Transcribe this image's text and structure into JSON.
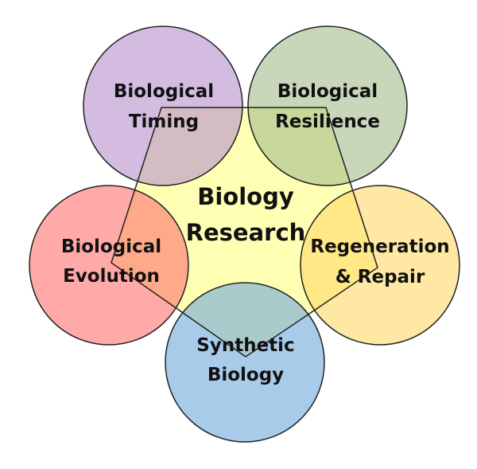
{
  "center": {
    "line1": "Biology",
    "line2": "Research",
    "fill": "#FFFFB3"
  },
  "nodes": [
    {
      "id": "timing",
      "line1": "Biological",
      "line2": "Timing",
      "color": "#B58FCB"
    },
    {
      "id": "resilience",
      "line1": "Biological",
      "line2": "Resilience",
      "color": "#A3BD8C"
    },
    {
      "id": "regeneration",
      "line1": "Regeneration",
      "line2": "& Repair",
      "color": "#FFD966"
    },
    {
      "id": "synthetic",
      "line1": "Synthetic",
      "line2": "Biology",
      "color": "#6FA8DC"
    },
    {
      "id": "evolution",
      "line1": "Biological",
      "line2": "Evolution",
      "color": "#FF6F6F"
    }
  ]
}
